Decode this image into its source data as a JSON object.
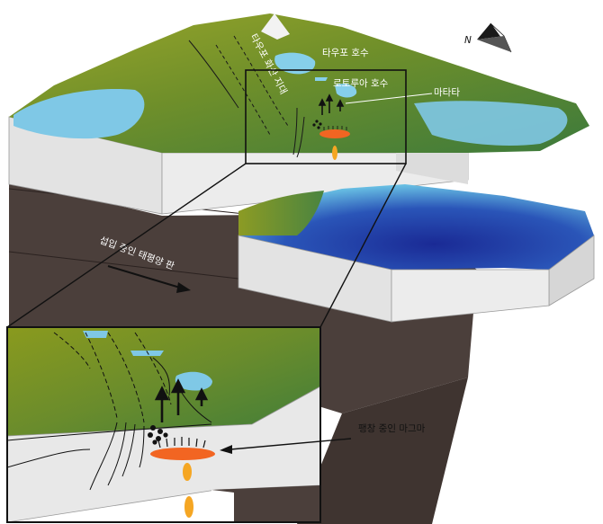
{
  "labels": {
    "taupo_volcanic_zone": "타우포 화산 지대",
    "lake_taupo": "타우포 호수",
    "lake_rotorua": "로토루아 호수",
    "matata": "마타타",
    "subducting_pacific_plate": "섭입 중인 태평양 판",
    "inflating_magma": "팽창 중인 마그마"
  },
  "compass": {
    "label": "N",
    "icon": "north-arrow-icon"
  },
  "colors": {
    "terrain_high": "#8a9a1c",
    "terrain_low": "#3f7d3a",
    "lake": "#7fc8e6",
    "ocean_deep": "#1d2f9e",
    "ocean_shallow": "#5db4de",
    "crust_face": "#e6e6e6",
    "subducting_plate": "#4b3f3b",
    "magma": "#f26522",
    "magma_feeder": "#f5a623"
  }
}
